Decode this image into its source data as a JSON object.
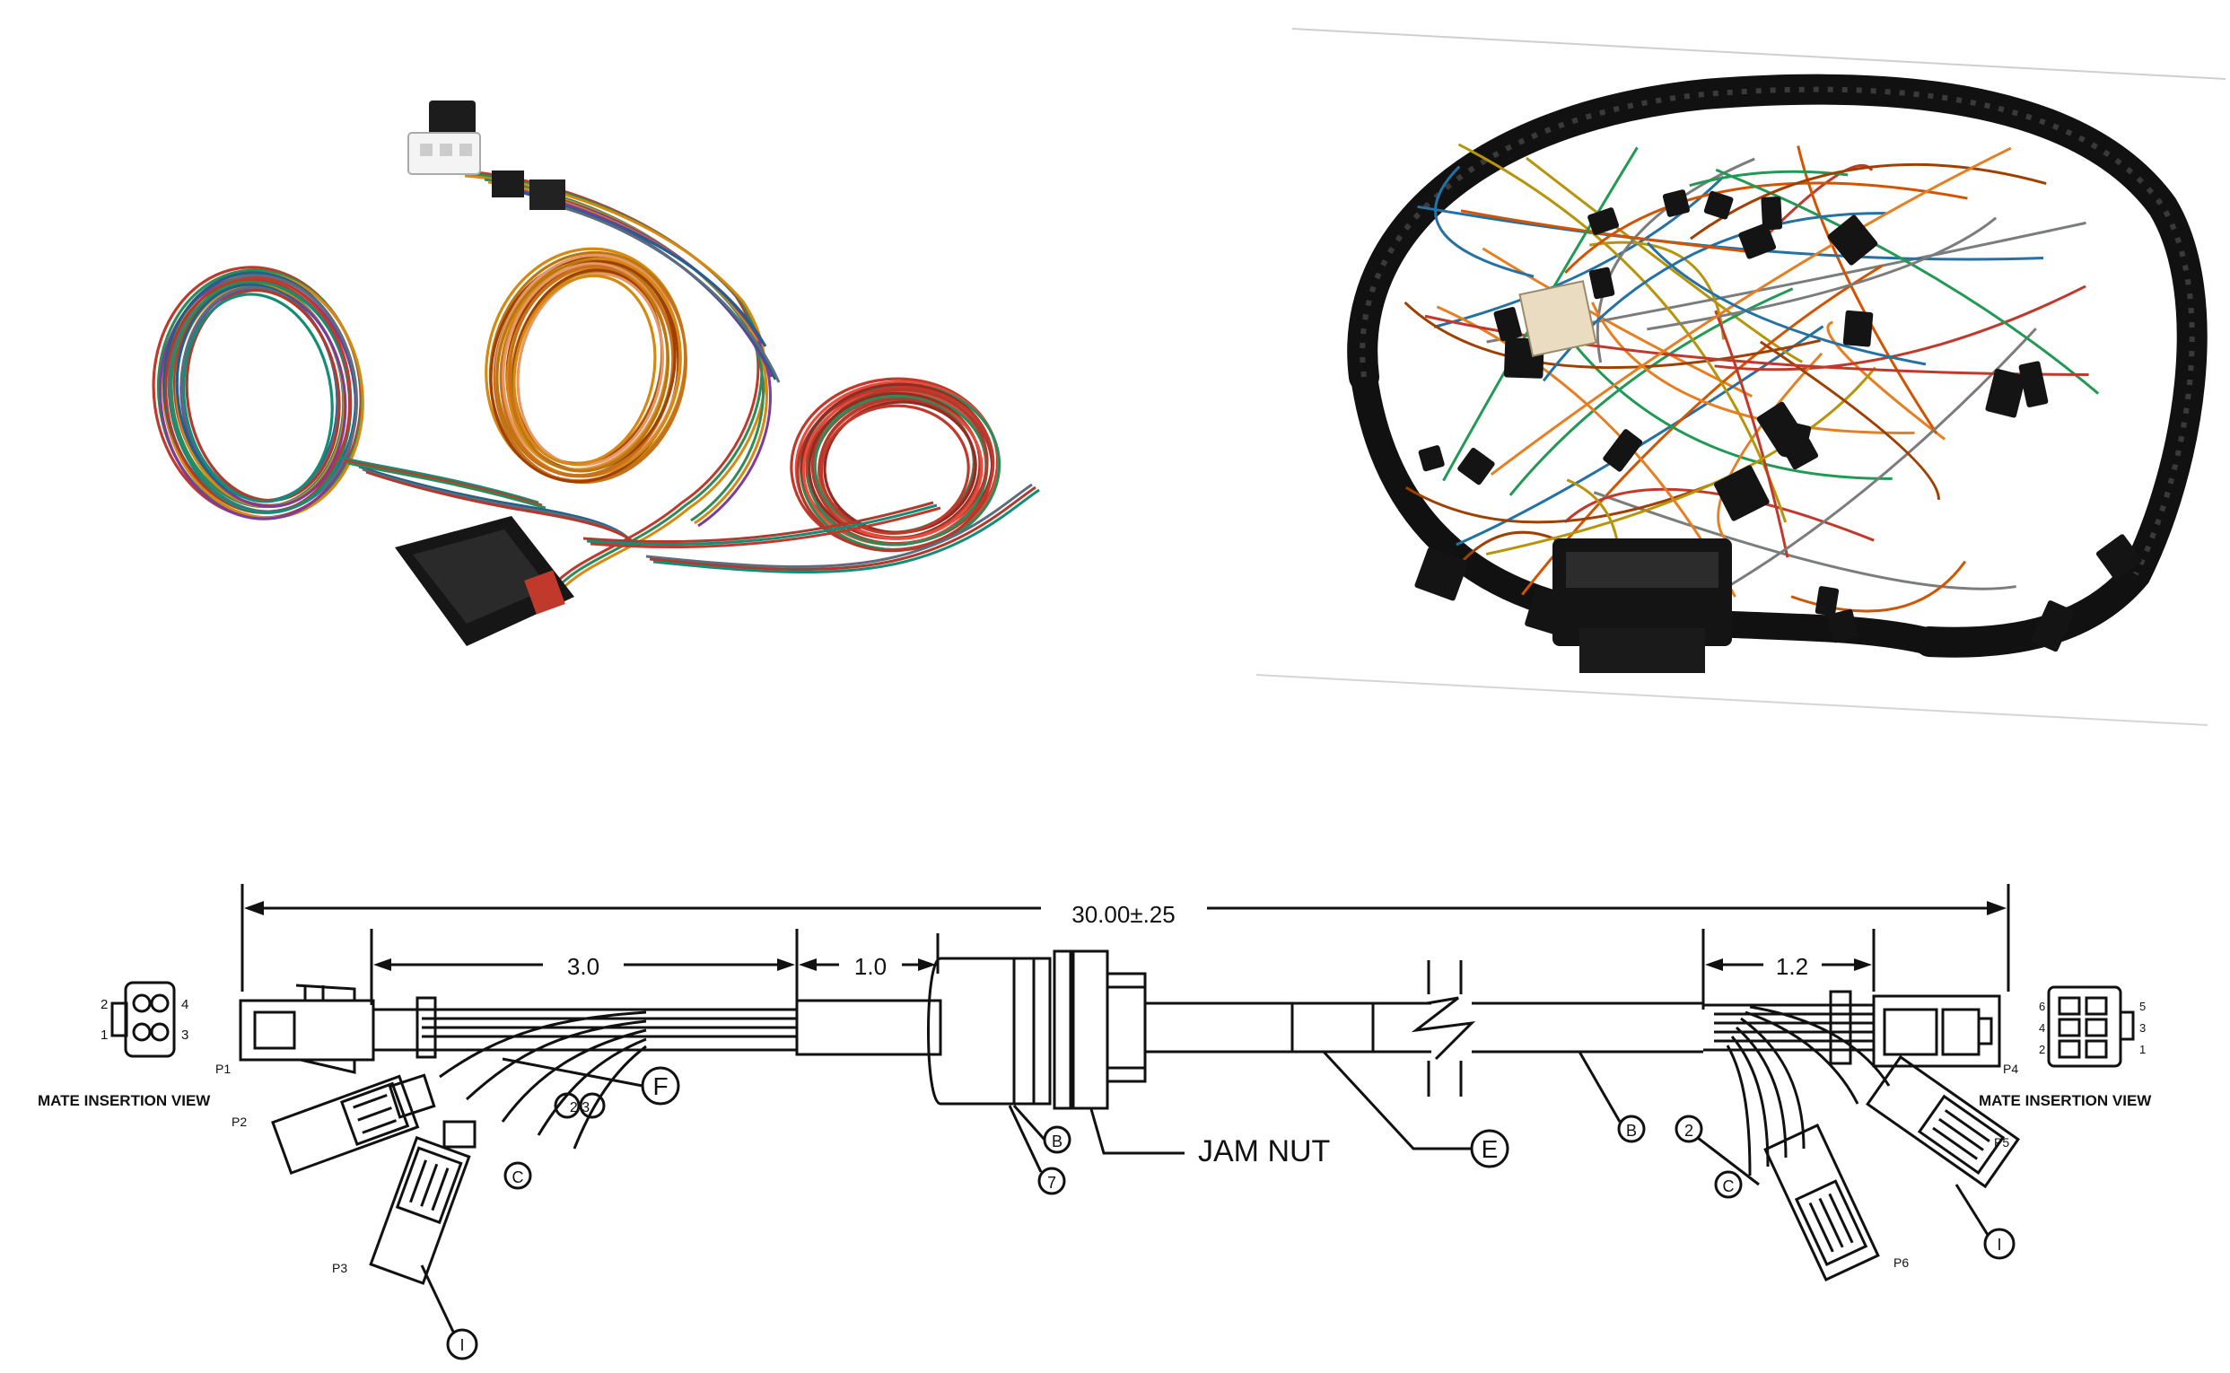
{
  "photos": [
    {
      "name": "loose-wire-harness-photo",
      "colors": [
        "#c0392b",
        "#2e8b57",
        "#d68910",
        "#7d3c98",
        "#1f618d",
        "#5d6d7e",
        "#b03a2e",
        "#138d75"
      ]
    },
    {
      "name": "dash-wire-harness-photo",
      "colors": [
        "#e67e22",
        "#2471a3",
        "#c0392b",
        "#b7950b",
        "#7b7d7d",
        "#d35400",
        "#229954",
        "#a04000"
      ]
    }
  ],
  "drawing": {
    "overall_dim": "30.00±.25",
    "dim_left": "3.0",
    "dim_mid": "1.0",
    "dim_right": "1.2",
    "jam_nut": "JAM NUT",
    "mate_view_left": "MATE INSERTION VIEW",
    "mate_view_right": "MATE INSERTION VIEW",
    "callouts": {
      "f": "F",
      "e": "E",
      "b_left": "B",
      "b_right": "B",
      "c_left": "C",
      "c_right": "C",
      "i_left": "I",
      "i_right": "I",
      "seven": "7",
      "two": "2",
      "three_pair": "2 3"
    },
    "connectors": {
      "p1": "P1",
      "p2": "P2",
      "p3": "P3",
      "p4": "P4",
      "p5": "P5",
      "p6": "P6"
    },
    "pins_left": {
      "top": "2",
      "top_r": "4",
      "bot": "1",
      "bot_r": "3"
    },
    "pins_right": {
      "a": "6",
      "b": "4",
      "c": "2",
      "d": "1",
      "e": "3",
      "f": "5"
    }
  }
}
